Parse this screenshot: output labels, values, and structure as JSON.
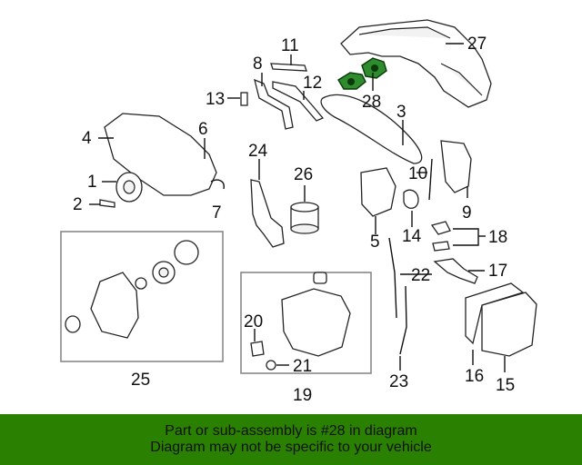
{
  "diagram": {
    "callouts": [
      "1",
      "2",
      "3",
      "4",
      "5",
      "6",
      "7",
      "8",
      "9",
      "10",
      "11",
      "12",
      "13",
      "14",
      "15",
      "16",
      "17",
      "18",
      "19",
      "20",
      "21",
      "22",
      "23",
      "24",
      "25",
      "26",
      "27",
      "28"
    ]
  },
  "banner": {
    "line1": "Part or sub-assembly is #28 in diagram",
    "line2": "Diagram may not be specific to your vehicle"
  },
  "colors": {
    "highlight": "#2e8b2e",
    "banner": "#2a8000"
  }
}
